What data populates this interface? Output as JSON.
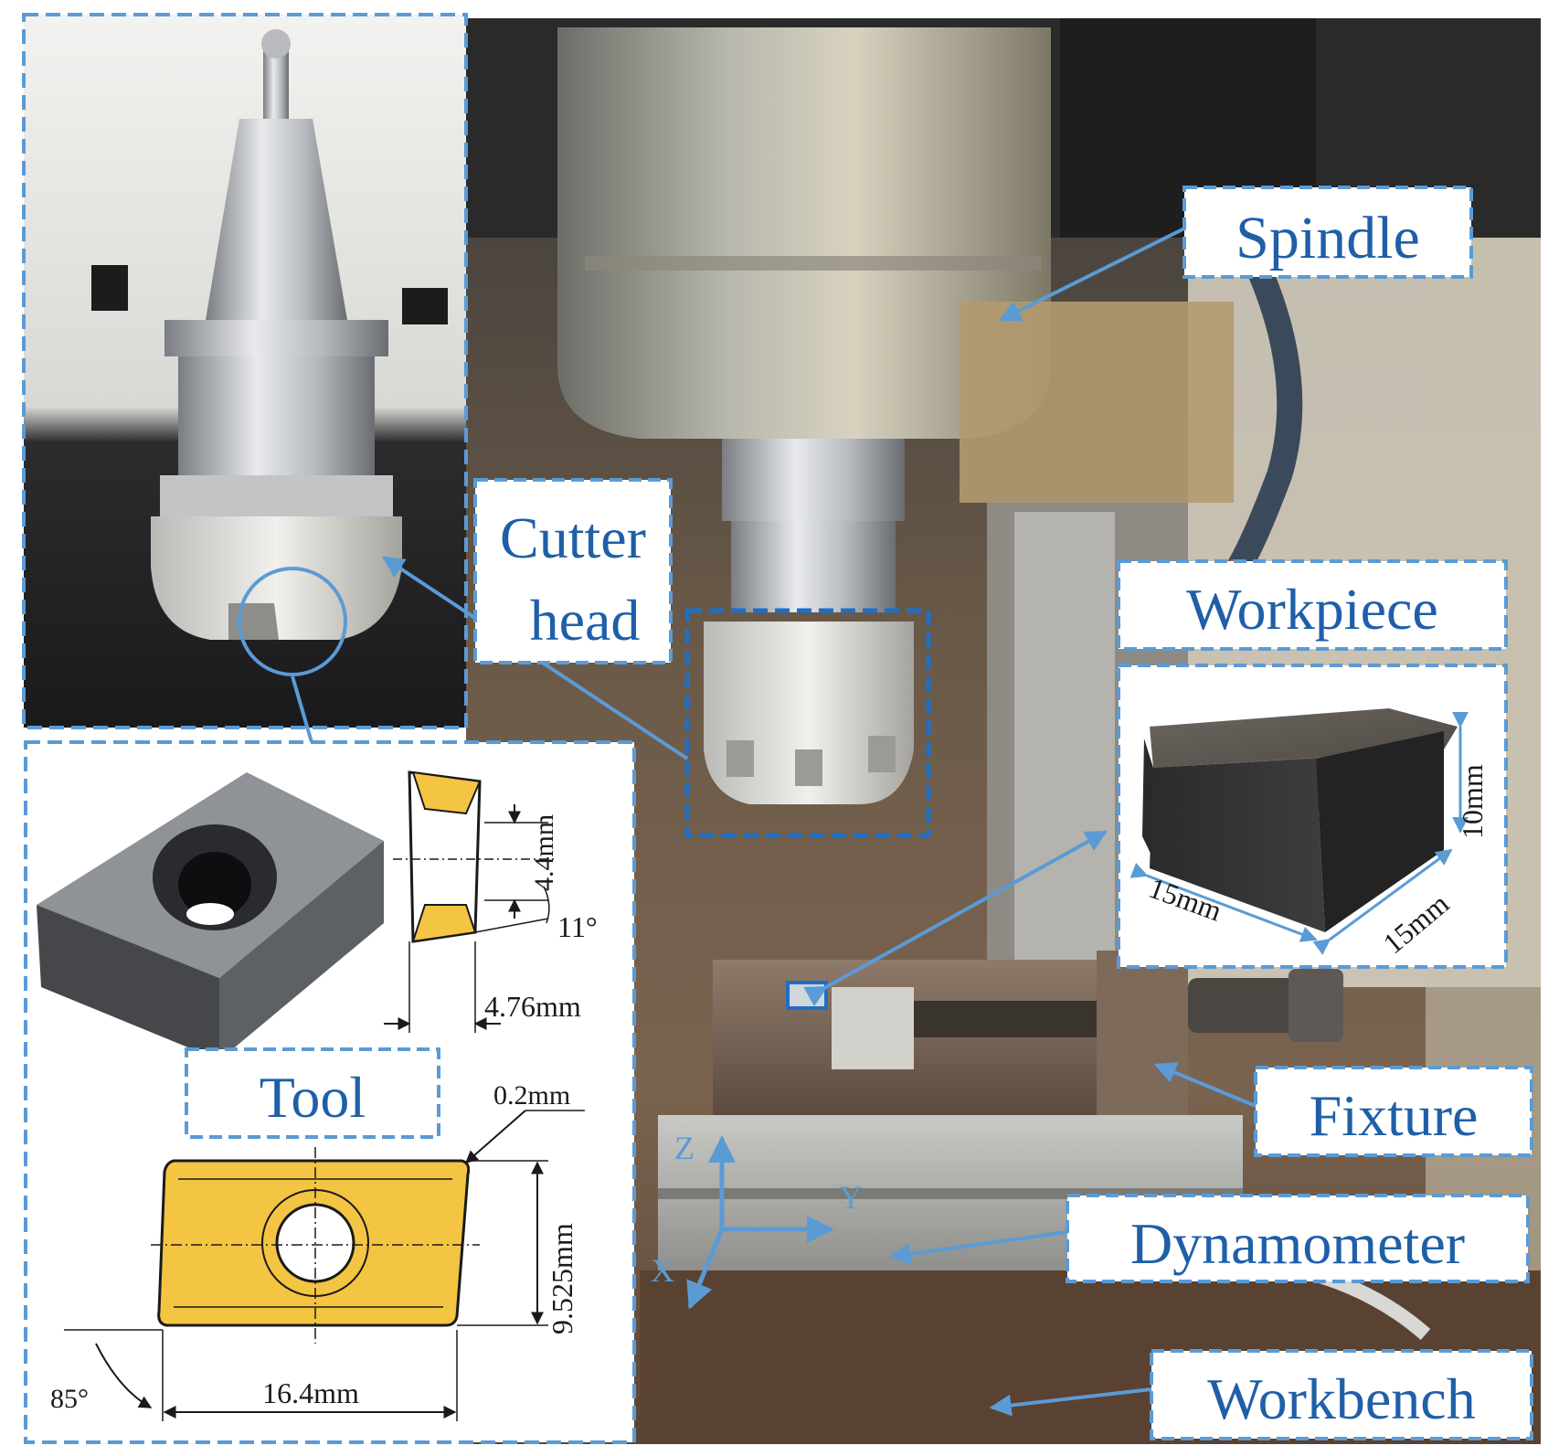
{
  "colors": {
    "accent_blue": "#5b9bd5",
    "label_text": "#1f5fa8",
    "insert_gold": "#f4c542",
    "insert_gray": "#5a5c60"
  },
  "labels": {
    "spindle": "Spindle",
    "cutter_head_line1": "Cutter",
    "cutter_head_line2": "head",
    "workpiece": "Workpiece",
    "fixture": "Fixture",
    "dynamometer": "Dynamometer",
    "workbench": "Workbench",
    "tool": "Tool"
  },
  "workpiece_dims": {
    "height": "10mm",
    "length": "15mm",
    "width": "15mm"
  },
  "tool_dims": {
    "thickness_inner": "4.4mm",
    "clearance_angle": "11°",
    "thickness": "4.76mm",
    "corner_radius": "0.2mm",
    "width": "9.525mm",
    "length": "16.4mm",
    "corner_angle": "85°"
  },
  "axes": {
    "z": "Z",
    "y": "Y",
    "x": "X"
  }
}
